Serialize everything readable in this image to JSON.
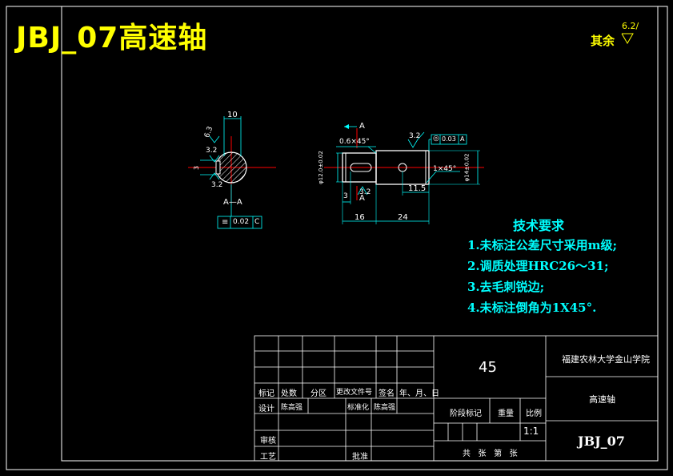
{
  "title": "JBJ_07高速轴",
  "roughness": {
    "label": "其余",
    "value": "6.2/"
  },
  "section_view": {
    "label": "A—A",
    "dim_width": "10",
    "rough_63": "6.3",
    "rough_32a": "3.2",
    "rough_32b": "3.2",
    "dim_small": "3",
    "tolerance_symbol": "≡",
    "tolerance_value": "0.02",
    "tolerance_datum": "C"
  },
  "main_view": {
    "section_mark_top": "A",
    "section_mark_bottom": "A",
    "chamfer_left": "0.6×45°",
    "chamfer_right": "1×45°",
    "rough_top": "3.2",
    "rough_bottom": "3.2",
    "fcf_symbol": "◎",
    "fcf_value": "0.03",
    "fcf_datum": "A",
    "dia_left": "φ12.0±0.02",
    "dia_right": "φ14±0.02",
    "dim_3": "3",
    "dim_16": "16",
    "dim_24": "24",
    "dim_115": "11.5"
  },
  "requirements": {
    "heading": "技术要求",
    "items": [
      "1.未标注公差尺寸采用m级;",
      "2.调质处理HRC26～31;",
      "3.去毛刺锐边;",
      "4.未标注倒角为1X45°."
    ]
  },
  "title_block": {
    "school": "福建农林大学金山学院",
    "material": "45",
    "part_name": "高速轴",
    "drawing_no": "JBJ_07",
    "scale": "1:1",
    "labels": {
      "mark": "标记",
      "count": "处数",
      "zone": "分区",
      "change_doc": "更改文件号",
      "signature": "签名",
      "date": "年、月、日",
      "design": "设计",
      "design_name": "陈高强",
      "standardize": "标准化",
      "std_name": "陈高强",
      "stage_mark": "阶段标记",
      "weight": "重量",
      "ratio": "比例",
      "review": "审核",
      "process": "工艺",
      "approve": "批准",
      "sheets": "共   张   第   张"
    }
  },
  "colors": {
    "frame": "#ffffff",
    "cyan": "#00ffff",
    "yellow": "#ffff00",
    "red": "#ff0000",
    "blue": "#0000ff"
  }
}
